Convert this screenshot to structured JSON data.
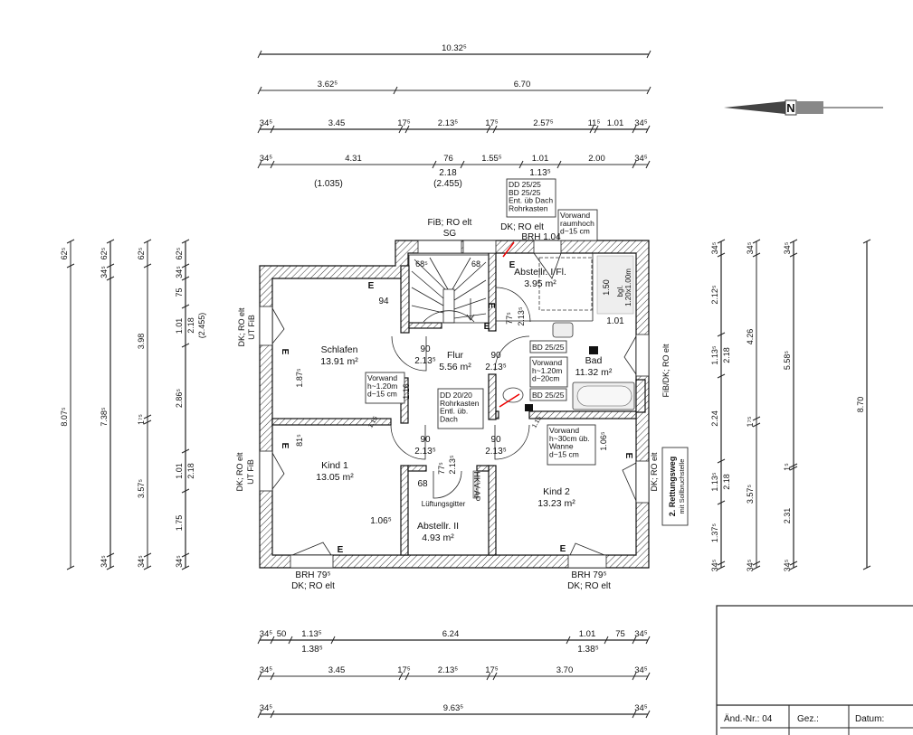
{
  "dimensions": {
    "top": [
      [
        "10.32⁵"
      ],
      [
        "3.62⁵",
        "6.70"
      ],
      [
        "34⁵",
        "3.45",
        "17⁵",
        "2.13⁵",
        "17⁵",
        "2.57⁵",
        "11⁵",
        "1.01",
        "34⁵"
      ],
      [
        "34⁵",
        "4.31",
        "76",
        "1.55⁵",
        "1.01",
        "2.00",
        "34⁵"
      ]
    ],
    "top_sub": [
      "(1.035)",
      "2.18",
      "(2.455)",
      "1.13⁵"
    ],
    "bottom": [
      [
        "34⁵",
        "50",
        "1.13⁵",
        "6.24",
        "1.01",
        "75",
        "34⁵"
      ],
      [
        "34⁵",
        "3.45",
        "17⁵",
        "2.13⁵",
        "17⁵",
        "3.70",
        "34⁵"
      ],
      [
        "34⁵",
        "9.63⁵",
        "34⁵"
      ]
    ],
    "bottom_sub": [
      "1.38⁵",
      "1.38⁵"
    ],
    "left": [
      [
        "62⁵",
        "8.07⁵"
      ],
      [
        "62⁵",
        "34⁵",
        "7.38⁵",
        "34⁵"
      ],
      [
        "62⁵",
        "3.98",
        "1⁷⁵",
        "3.57⁵",
        "34⁵"
      ],
      [
        "62⁵",
        "34⁵",
        "75",
        "1.01",
        "2.86⁵",
        "1.01",
        "1.75",
        "34⁵"
      ]
    ],
    "left_sub": [
      "2.18",
      "(2.455)",
      "2.18"
    ],
    "right": [
      [
        "34⁵",
        "2.12⁵",
        "1.13⁵",
        "2.24",
        "1.13⁵",
        "1.37⁵",
        "34⁵"
      ],
      [
        "34⁵",
        "4.26",
        "1⁷⁵",
        "3.57⁵",
        "34⁵"
      ],
      [
        "34⁵",
        "5.58⁵",
        "1⁵",
        "2.31",
        "34⁵"
      ],
      [
        "8.70"
      ]
    ],
    "right_sub": [
      "2.18",
      "2.18"
    ]
  },
  "rooms": [
    {
      "name": "Schlafen",
      "area": "13.91 m²"
    },
    {
      "name": "Flur",
      "area": "5.56 m²"
    },
    {
      "name": "Abstellr. I/Fl.",
      "area": "3.95 m²"
    },
    {
      "name": "Bad",
      "area": "11.32 m²"
    },
    {
      "name": "Kind 1",
      "area": "13.05 m²"
    },
    {
      "name": "Abstellr. II",
      "area": "4.93 m²"
    },
    {
      "name": "Kind 2",
      "area": "13.23 m²"
    }
  ],
  "notes": [
    [
      "DD 25/25",
      "BD 25/25",
      "Ent. üb Dach",
      "Rohrkasten"
    ],
    [
      "Vorwand",
      "raumhoch",
      "d~15 cm"
    ],
    [
      "Vorwand",
      "h~1.20m",
      "d~15 cm"
    ],
    [
      "DD 20/20",
      "Rohrkasten",
      "Entl. üb.",
      "Dach"
    ],
    [
      "BD 25/25"
    ],
    [
      "BD 25/25"
    ],
    [
      "Vorwand",
      "h~1.20m",
      "d~20cm"
    ],
    [
      "Vorwand",
      "h~30cm üb.",
      "Wanne",
      "d~15 cm"
    ],
    [
      "2. Rettungsweg",
      "mit Sollbruchstelle"
    ]
  ],
  "windows": {
    "top_left": [
      "FiB; RO elt",
      "SG"
    ],
    "top_right": [
      "DK; RO elt",
      "BRH 1.04"
    ],
    "left_upper": [
      "DK; RO elt",
      "UT FiB"
    ],
    "left_lower": [
      "DK; RO elt",
      "UT FiB"
    ],
    "right_upper": "FiB/DK; RO elt",
    "right_lower": "DK; RO elt",
    "bottom_left": [
      "BRH 79⁵",
      "DK; RO elt"
    ],
    "bottom_right": [
      "BRH 79⁵",
      "DK; RO elt"
    ]
  },
  "inner_labels": {
    "e": "E",
    "d94": "94",
    "d685": "68⁵",
    "d68a": "68",
    "door_w": "90",
    "door_h": "2.13⁵",
    "d775": "77⁵",
    "d1875": "1.87⁵",
    "d116": "1.16",
    "d815": "81⁵",
    "d1065": "1.06⁵",
    "d1065b": "1.06⁵",
    "d68": "68",
    "lueftung": "Lüftungsgitter",
    "hkv": "HKV-AP",
    "d150": "1.50",
    "bgl": "bgl.",
    "bglsize": "1.20x1.00m",
    "d101": "1.01",
    "d115": "1.15"
  },
  "north": "N",
  "title_block": {
    "aend": "Änd.-Nr.: 04",
    "gez": "Gez.:",
    "datum": "Datum:"
  }
}
